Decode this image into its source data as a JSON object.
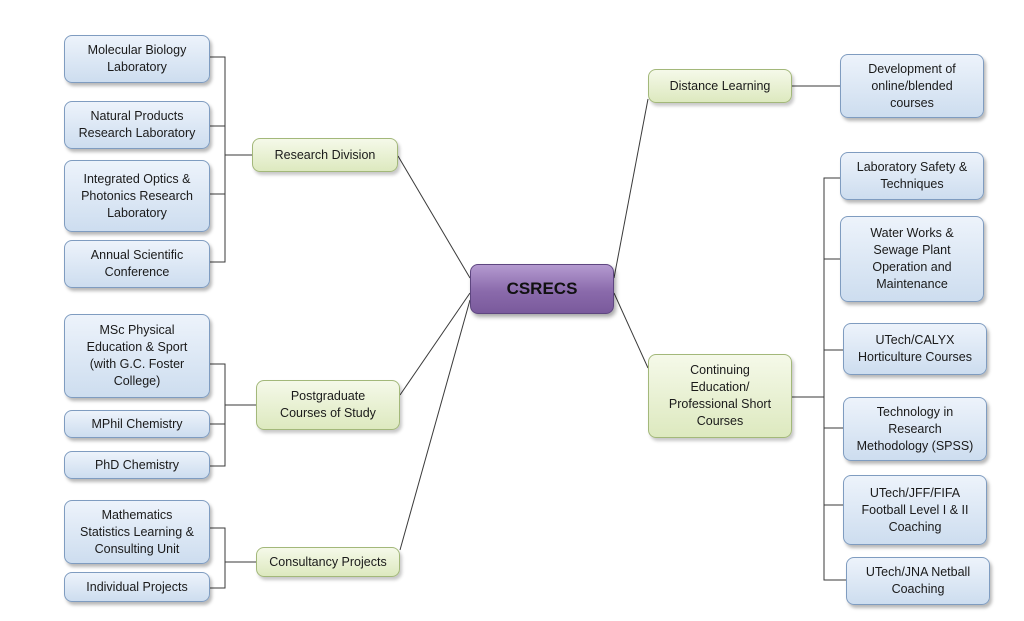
{
  "root": {
    "label": "CSRECS"
  },
  "branches": {
    "research": "Research Division",
    "postgrad": "Postgraduate\nCourses of Study",
    "consultancy": "Consultancy Projects",
    "distance": "Distance Learning",
    "continuing": "Continuing\nEducation/\nProfessional Short\nCourses"
  },
  "leaves": {
    "research": [
      "Molecular Biology\nLaboratory",
      "Natural Products\nResearch Laboratory",
      "Integrated Optics &\nPhotonics Research\nLaboratory",
      "Annual Scientific\nConference"
    ],
    "postgrad": [
      "MSc Physical\nEducation & Sport\n(with G.C. Foster\nCollege)",
      "MPhil Chemistry",
      "PhD Chemistry"
    ],
    "consultancy": [
      "Mathematics\nStatistics Learning &\nConsulting Unit",
      "Individual Projects"
    ],
    "distance": [
      "Development of\nonline/blended\ncourses"
    ],
    "continuing": [
      "Laboratory Safety &\nTechniques",
      "Water Works &\nSewage Plant\nOperation and\nMaintenance",
      "UTech/CALYX\nHorticulture Courses",
      "Technology in\nResearch\nMethodology (SPSS)",
      "UTech/JFF/FIFA\nFootball Level I & II\nCoaching",
      "UTech/JNA Netball\nCoaching"
    ]
  }
}
